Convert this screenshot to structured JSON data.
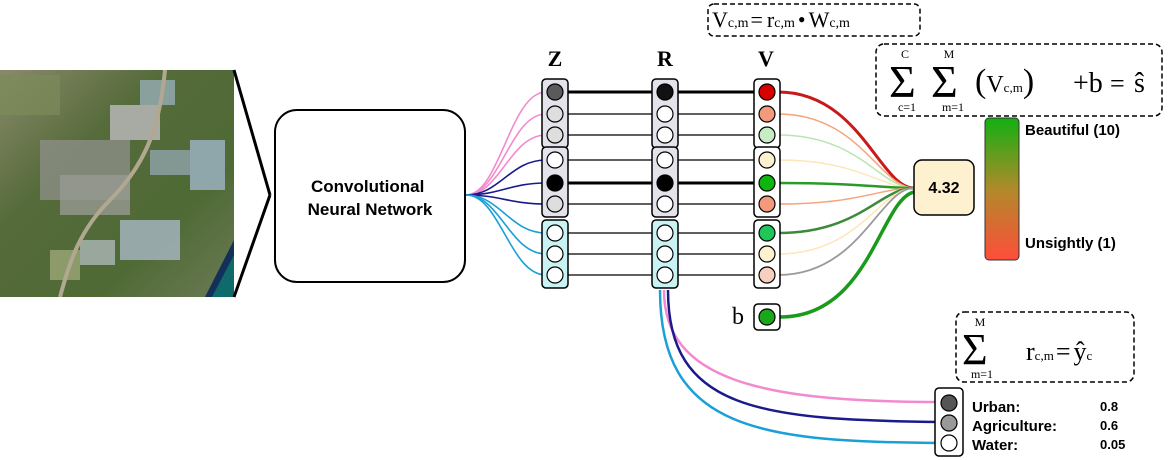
{
  "cnn_label": [
    "Convolutional",
    "Neural Network"
  ],
  "columns": {
    "z": "Z",
    "r": "R",
    "v": "V"
  },
  "bias_label": "b",
  "score_value": "4.32",
  "colorbar": {
    "top_label": "Beautiful (10)",
    "bottom_label": "Unsightly (1)",
    "top_color": "#12b012",
    "bottom_color": "#ff4d3a"
  },
  "formulas": {
    "v_def": {
      "v": "V",
      "vsub": "c,m",
      "eq": "=",
      "r": "r",
      "rsub": "c,m",
      "dot": "•",
      "w": "W",
      "wsub": "c,m"
    },
    "sum_score": {
      "sigma": "Σ",
      "c_top": "C",
      "c_bottom": "c=1",
      "m_top": "M",
      "m_bottom": "m=1",
      "lparen": "(",
      "v": "V",
      "vsub": "c,m",
      "rparen": ")",
      "plus_b": "+b",
      "eq": "=",
      "s_hat": "ŝ"
    },
    "sum_class": {
      "sigma": "Σ",
      "m_top": "M",
      "m_bottom": "m=1",
      "r": "r",
      "rsub": "c,m",
      "eq": "=",
      "y_hat": "ŷ",
      "ysub": "c"
    }
  },
  "classes": [
    {
      "label": "Urban:",
      "value": "0.8",
      "color": "#555555"
    },
    {
      "label": "Agriculture:",
      "value": "0.6",
      "color": "#999999"
    },
    {
      "label": "Water:",
      "value": "0.05",
      "color": "#ffffff"
    }
  ],
  "z_nodes": [
    "#5a5a5a",
    "#dedede",
    "#dedede",
    "#ffffff",
    "#000000",
    "#dedede",
    "#ffffff",
    "#ffffff",
    "#ffffff"
  ],
  "r_nodes": [
    "#111111",
    "#ffffff",
    "#ffffff",
    "#ffffff",
    "#000000",
    "#ffffff",
    "#ffffff",
    "#ffffff",
    "#ffffff"
  ],
  "v_nodes": [
    "#d90000",
    "#f39a7c",
    "#c8ecc4",
    "#fdf1cf",
    "#0fb50f",
    "#f39a7c",
    "#1fc65a",
    "#fdf1cf",
    "#f6cfbf"
  ],
  "bias_node_color": "#1aa71a",
  "group_colors": {
    "urban": "#e4e3ec",
    "agriculture": "#e4e3ec",
    "water": "#c9f3f3"
  }
}
